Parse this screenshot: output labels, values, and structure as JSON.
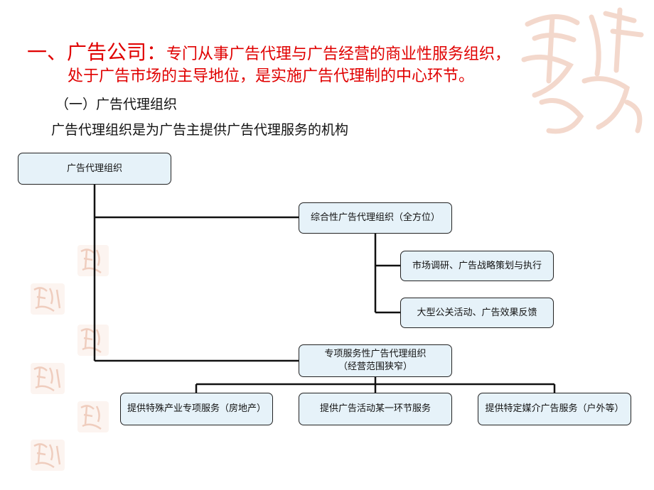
{
  "title": {
    "number": "一、",
    "heading": "广告公司：",
    "line1": "专门从事广告代理与广告经营的商业性服务组织，",
    "line2": "处于广告市场的主导地位，是实施广告代理制的中心环节。"
  },
  "subheading": "（一）广告代理组织",
  "description": "广告代理组织是为广告主提供广告代理服务的机构",
  "diagram": {
    "root": "广告代理组织",
    "comprehensive": "综合性广告代理组织（全方位）",
    "comprehensive_children": [
      "市场调研、广告战略策划与执行",
      "大型公关活动、广告效果反馈"
    ],
    "specialized": {
      "line1": "专项服务性广告代理组织",
      "line2": "（经营范围狭窄）"
    },
    "specialized_children": [
      "提供特殊产业专项服务（房地产）",
      "提供广告活动某一环节服务",
      "提供特定媒介广告服务（户外等）"
    ]
  },
  "colors": {
    "title": "#e00000",
    "node_fill": "#e6f2f9",
    "seal": "#e8b9a3"
  }
}
